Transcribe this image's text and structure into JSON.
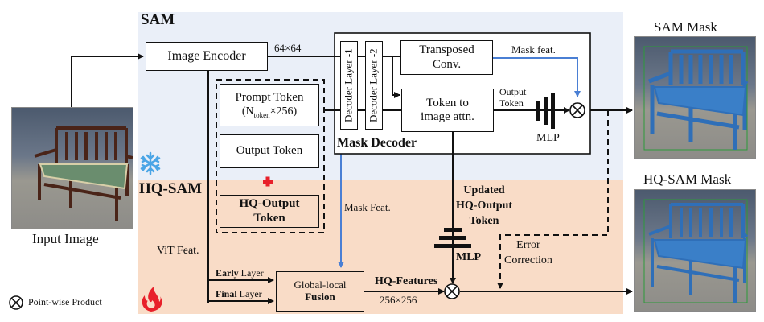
{
  "regions": {
    "sam_label": "SAM",
    "hqsam_label": "HQ-SAM",
    "sam_bg": "#eaeff8",
    "hqsam_bg": "#f9dcc7"
  },
  "blocks": {
    "image_encoder": "Image Encoder",
    "encoder_dim": "64×64",
    "prompt_token_line1": "Prompt Token",
    "prompt_token_n": "N",
    "prompt_token_sub": "token",
    "prompt_token_dim": "×256)",
    "output_token": "Output Token",
    "hq_output_token_line1": "HQ-Output",
    "hq_output_token_line2": "Token",
    "decoder_layer_1": "Decoder Layer -1",
    "decoder_layer_2": "Decoder Layer -2",
    "transposed_conv_line1": "Transposed",
    "transposed_conv_line2": "Conv.",
    "token_to_image_line1": "Token to",
    "token_to_image_line2": "image attn.",
    "mask_decoder": "Mask Decoder",
    "mask_feat_top": "Mask feat.",
    "output_token_label_line1": "Output",
    "output_token_label_line2": "Token",
    "mlp_top": "MLP",
    "mask_feat_hq": "Mask Feat.",
    "updated_line1": "Updated",
    "updated_line2": "HQ-Output",
    "updated_line3": "Token",
    "mlp_bottom": "MLP",
    "error_line1": "Error",
    "error_line2": "Correction",
    "vit_feat": "ViT Feat.",
    "early_bold": "Early",
    "early_rest": " Layer",
    "final_bold": "Final",
    "final_rest": " Layer",
    "fusion_line1": "Global-local",
    "fusion_line2": "Fusion",
    "hq_features": "HQ-Features",
    "hq_features_dim": "256×256"
  },
  "images": {
    "input_caption": "Input Image",
    "sam_mask_caption": "SAM Mask",
    "hqsam_mask_caption": "HQ-SAM Mask"
  },
  "legend": {
    "pointwise_symbol": "⊗",
    "pointwise_label": "Point-wise Product"
  },
  "icons": {
    "frozen": "snowflake-icon",
    "trainable": "fire-icon",
    "add": "plus-icon"
  },
  "colors": {
    "mask_blue": "#2f6fb8",
    "arrow_blue": "#4a7fd4",
    "plus_red": "#e8202a",
    "snow_blue": "#4aa5e6",
    "fire_red": "#e8202a"
  }
}
